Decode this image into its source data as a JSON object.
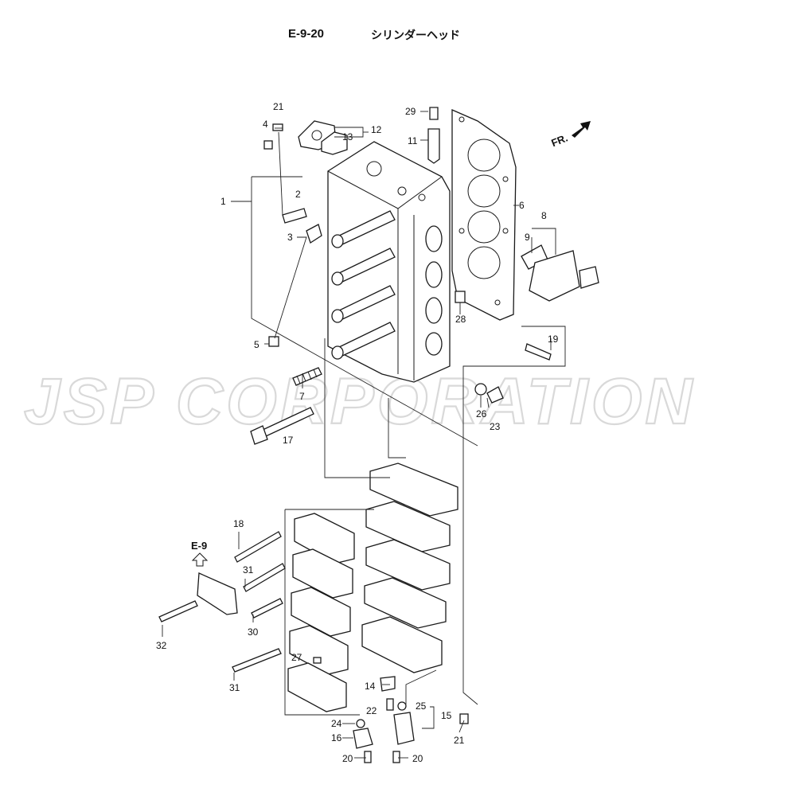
{
  "header": {
    "code": "E-9-20",
    "title": "シリンダーヘッド"
  },
  "watermark": {
    "text": "JSP CORPORATION",
    "color": "#d9d9d9"
  },
  "direction_label": "FR.",
  "reference": {
    "label": "E-9"
  },
  "callouts": [
    "1",
    "2",
    "3",
    "4",
    "5",
    "6",
    "7",
    "8",
    "9",
    "11",
    "12",
    "13",
    "14",
    "15",
    "16",
    "17",
    "18",
    "19",
    "20",
    "20",
    "21",
    "21",
    "22",
    "23",
    "24",
    "25",
    "26",
    "27",
    "28",
    "29",
    "30",
    "31",
    "31",
    "32"
  ]
}
